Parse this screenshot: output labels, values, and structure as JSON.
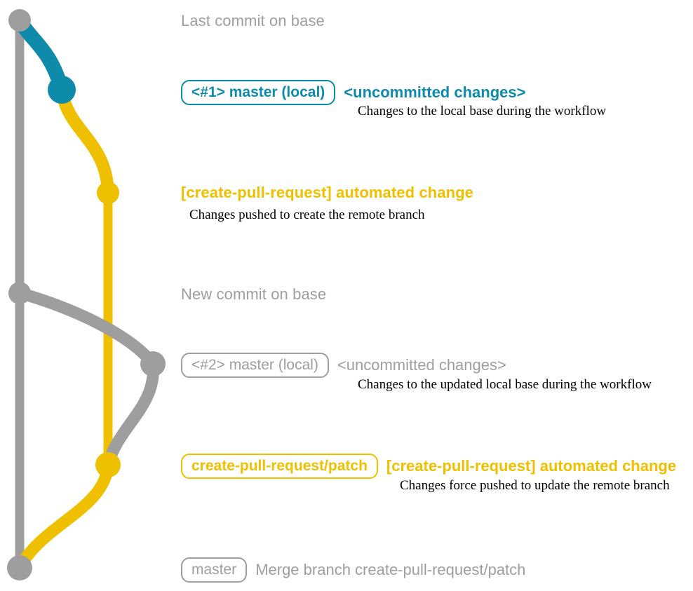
{
  "diagram": {
    "title": "create-pull-request git history diagram",
    "colors": {
      "base": "#9e9e9e",
      "local": "#0e8aab",
      "remote": "#efc000",
      "description": "#000000",
      "background": "#ffffff"
    }
  },
  "commits": [
    {
      "id": "base-last",
      "heading": "Last commit on base",
      "color": "#9e9e9e",
      "branch": "base"
    },
    {
      "id": "local-1",
      "pill": "<#1> master (local)",
      "subject": "<uncommitted changes>",
      "description": "Changes to the local base during the workflow",
      "color": "#0e8aab",
      "branch": "master (local)"
    },
    {
      "id": "remote-create",
      "heading": "[create-pull-request] automated change",
      "description": "Changes pushed to create the remote branch",
      "color": "#efc000",
      "branch": "create-pull-request/patch"
    },
    {
      "id": "base-new",
      "heading": "New commit on base",
      "color": "#9e9e9e",
      "branch": "base"
    },
    {
      "id": "local-2",
      "pill": "<#2> master (local)",
      "subject": "<uncommitted changes>",
      "description": "Changes to the updated local base during the workflow",
      "color": "#9e9e9e",
      "branch": "master (local)"
    },
    {
      "id": "remote-update",
      "pill": "create-pull-request/patch",
      "subject": "[create-pull-request] automated change",
      "description": "Changes force pushed to update the remote branch",
      "color": "#efc000",
      "branch": "create-pull-request/patch"
    },
    {
      "id": "merge",
      "pill": "master",
      "subject": "Merge branch create-pull-request/patch",
      "color": "#9e9e9e",
      "branch": "master"
    }
  ]
}
